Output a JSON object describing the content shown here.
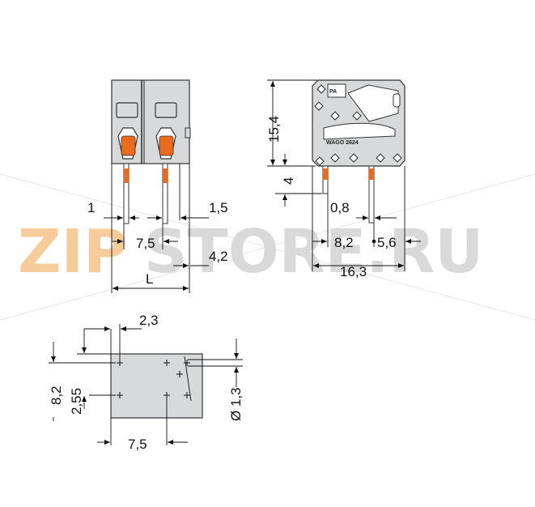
{
  "front_view": {
    "dim_pin_width": "1",
    "dim_pitch_gap": "1,5",
    "dim_pitch": "7,5",
    "dim_pin_length": "4,2",
    "dim_total_length": "L"
  },
  "side_view": {
    "dim_height": "15,4",
    "dim_pin_protrusion": "4",
    "dim_pin_dia": "0,8",
    "dim_pin_offset": "8,2",
    "dim_pin_spacing": "5,6",
    "dim_depth": "16,3",
    "brand_label": "WAGO 2624",
    "push_label": "PA"
  },
  "footprint": {
    "dim_offset": "2,3",
    "dim_row_offset": "8,2",
    "dim_hole_spacing": "2,55",
    "dim_hole_dia": "Ø 1,3",
    "dim_pitch": "7,5"
  },
  "watermark": {
    "text_zip": "ZIP",
    "text_store": "STORE.RU"
  },
  "colors": {
    "housing": "#d7d9db",
    "actuator": "#ec6a1c",
    "watermark_orange": "#f6c48a",
    "watermark_grey": "#d3d3d3"
  }
}
